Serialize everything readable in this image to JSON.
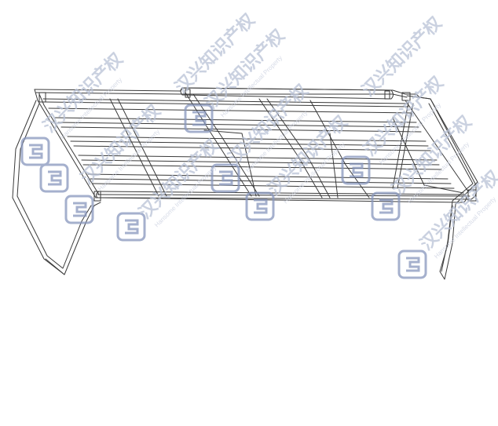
{
  "figure": {
    "subject": "wire-shelf-rack"
  },
  "watermark": {
    "cn_text": "汉兴知识产权",
    "en_text": "Hansome Intellectual Property",
    "logo_icon": "hansome-logo-icon",
    "logo_color": "#8796bd",
    "text_color": "#b9c2d6"
  },
  "colors": {
    "background": "#ffffff",
    "line": "#3a3a3a"
  }
}
